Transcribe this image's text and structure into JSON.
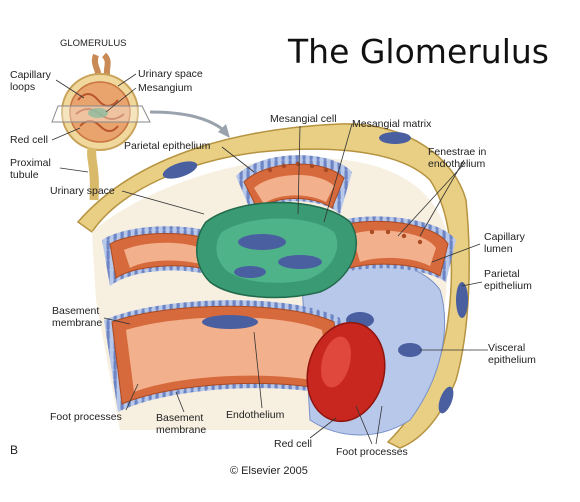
{
  "title": "The Glomerulus",
  "inset": {
    "heading": "GLOMERULUS",
    "labels": {
      "capillary_loops": "Capillary\nloops",
      "urinary_space": "Urinary space",
      "mesangium": "Mesangium",
      "red_cell": "Red cell",
      "proximal_tubule": "Proximal\ntubule"
    }
  },
  "labels": {
    "parietal_epithelium_top": "Parietal epithelium",
    "urinary_space": "Urinary space",
    "mesangial_cell": "Mesangial cell",
    "mesangial_matrix": "Mesangial matrix",
    "fenestrae": "Fenestrae in\nendothelium",
    "capillary_lumen": "Capillary\nlumen",
    "parietal_epithelium_right": "Parietal\nepithelium",
    "basement_membrane_left": "Basement\nmembrane",
    "visceral_epithelium": "Visceral\nepithelium",
    "foot_processes_left": "Foot processes",
    "basement_membrane_bottom": "Basement\nmembrane",
    "endothelium": "Endothelium",
    "red_cell": "Red cell",
    "foot_processes_right": "Foot processes"
  },
  "panel_letter": "B",
  "copyright": "© Elsevier 2005",
  "colors": {
    "capsule": "#e8cf84",
    "capillary_wall": "#d66a3c",
    "capillary_inner": "#f3b08c",
    "mesangium": "#3a9a73",
    "nucleus": "#4a5fa0",
    "podocyte": "#b8c8ea",
    "red_cell": "#c7271e"
  }
}
